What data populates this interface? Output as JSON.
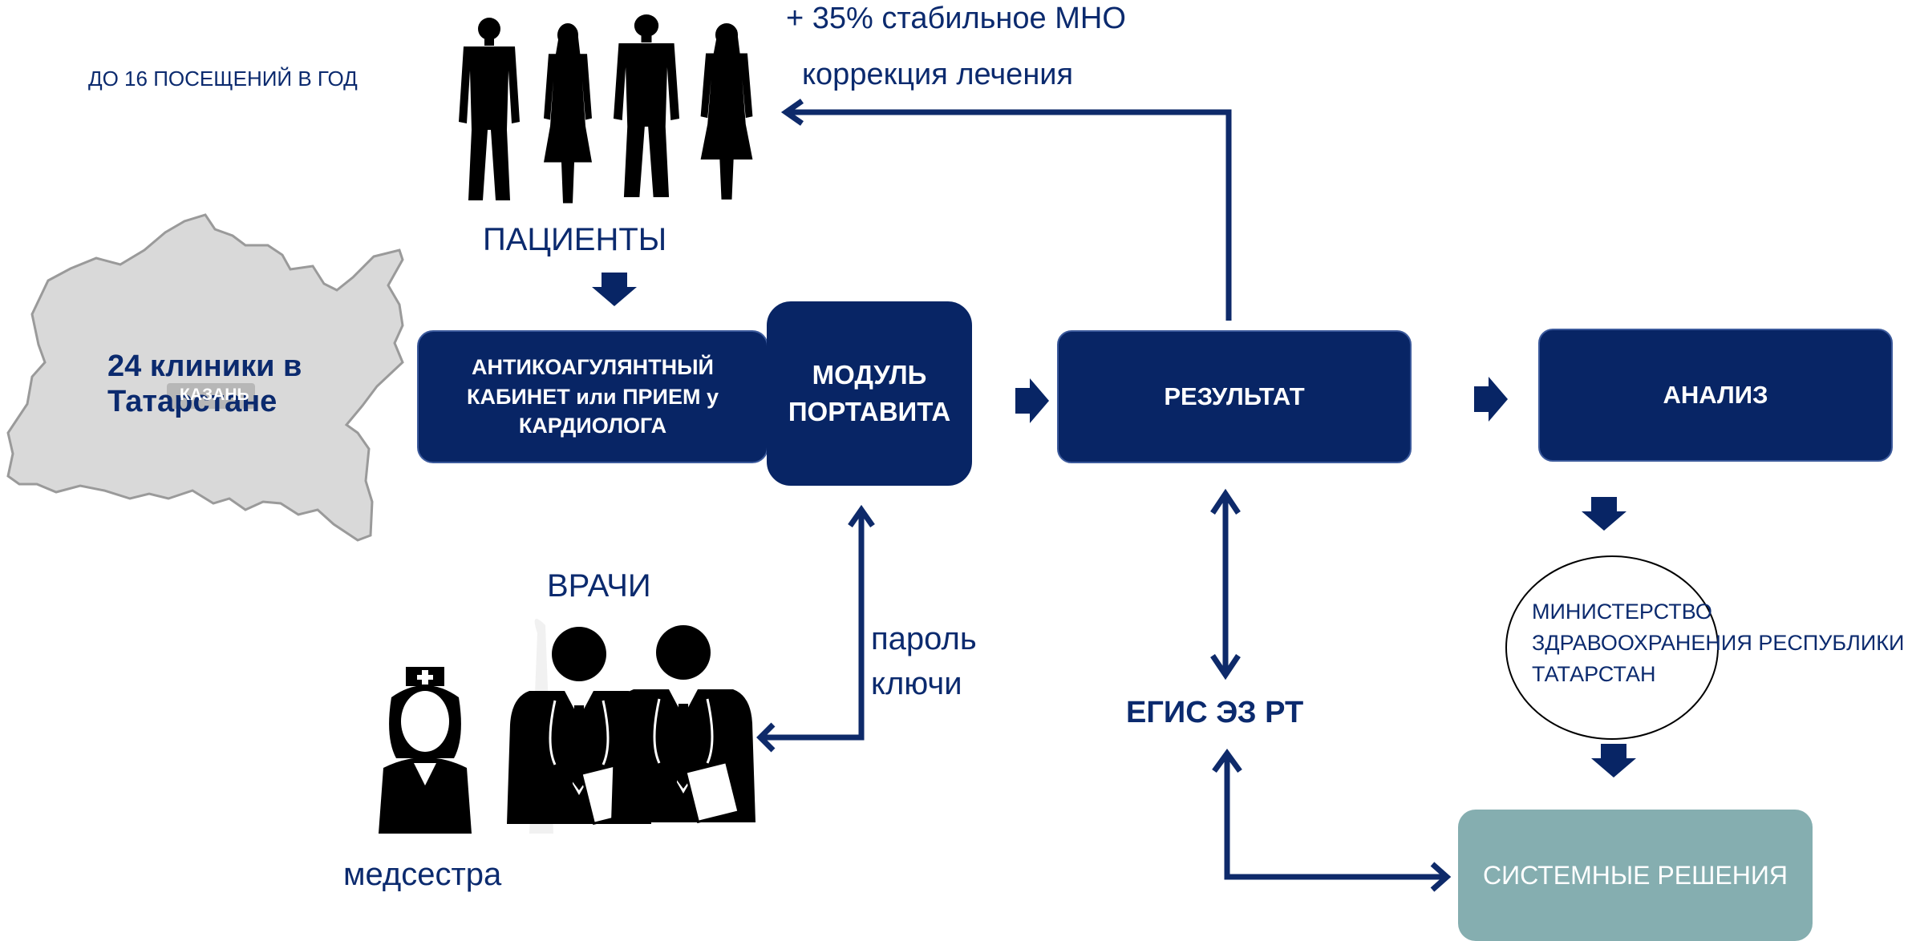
{
  "visits_note": "ДО 16 ПОСЕЩЕНИЙ В ГОД",
  "patients": {
    "label": "ПАЦИЕНТЫ"
  },
  "outcome": {
    "line1": "+ 35% стабильное МНО",
    "line2": "коррекция лечения"
  },
  "region": {
    "clinics_label": "24 клиники в\nТатарстане",
    "city_label": "КАЗАНЬ"
  },
  "boxes": {
    "cabinet": "АНТИКОАГУЛЯНТНЫЙ\nКАБИНЕТ или ПРИЕМ у\nКАРДИОЛОГА",
    "module": "МОДУЛЬ\nПОРТАВИТА",
    "result": "РЕЗУЛЬТАТ",
    "analysis": "АНАЛИЗ",
    "solutions": "СИСТЕМНЫЕ РЕШЕНИЯ"
  },
  "doctors": {
    "label": "ВРАЧИ",
    "nurse_label": "медсестра"
  },
  "access": {
    "line1": "пароль",
    "line2": "ключи"
  },
  "egis": {
    "label": "ЕГИС ЭЗ РТ"
  },
  "ministry": {
    "label": "МИНИСТЕРСТВО\nЗДРАВООХРАНЕНИЯ РЕСПУБЛИКИ\nТАТАРСТАН"
  },
  "colors": {
    "navy": "#082565",
    "text_navy": "#0b2a6e",
    "arrow": "#0e2a6a",
    "teal": "#85aeb0",
    "map_gray": "#d9d9d9"
  }
}
